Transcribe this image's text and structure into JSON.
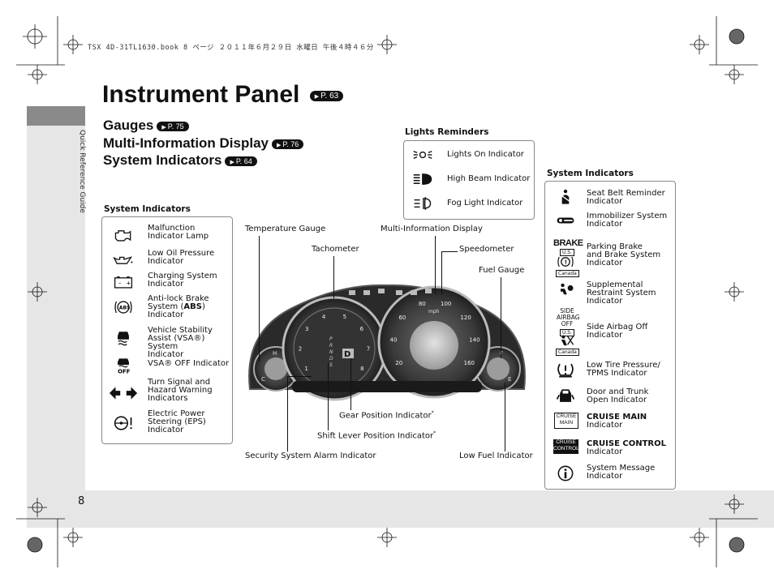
{
  "header_line": "TSX 4D-31TL1630.book  8 ページ  ２０１１年６月２９日  水曜日  午後４時４６分",
  "sidebar": {
    "text": "Quick Reference Guide"
  },
  "page_number": "8",
  "title": {
    "text": "Instrument Panel",
    "ref": "P. 63"
  },
  "subtitles": [
    {
      "text": "Gauges",
      "ref": "P. 75"
    },
    {
      "text": "Multi-Information Display",
      "ref": "P. 76"
    },
    {
      "text": "System Indicators",
      "ref": "P. 64"
    }
  ],
  "lights": {
    "label": "Lights Reminders",
    "items": [
      {
        "icon": "lights-on-icon",
        "label": "Lights On Indicator"
      },
      {
        "icon": "high-beam-icon",
        "label": "High Beam Indicator"
      },
      {
        "icon": "fog-light-icon",
        "label": "Fog Light Indicator"
      }
    ]
  },
  "left_indicators": {
    "label": "System Indicators",
    "items": [
      {
        "icon": "engine-icon",
        "label": "Malfunction\nIndicator Lamp"
      },
      {
        "icon": "oil-can-icon",
        "label": "Low Oil Pressure\nIndicator"
      },
      {
        "icon": "battery-icon",
        "label": "Charging System\nIndicator"
      },
      {
        "icon": "abs-icon",
        "label_pre": "Anti-lock Brake\nSystem (",
        "label_bold": "ABS",
        "label_post": ")\nIndicator"
      },
      {
        "icon": "vsa-icon",
        "label": "Vehicle Stability\nAssist (VSA®) System\nIndicator"
      },
      {
        "icon": "vsa-off-icon",
        "label": "VSA® OFF Indicator"
      },
      {
        "icon": "turn-signal-icon",
        "label": "Turn Signal and\nHazard Warning\nIndicators"
      },
      {
        "icon": "eps-icon",
        "label": "Electric Power\nSteering (EPS)\nIndicator"
      }
    ]
  },
  "right_indicators": {
    "label": "System Indicators",
    "items": [
      {
        "icon": "seat-belt-icon",
        "label": "Seat Belt Reminder\nIndicator"
      },
      {
        "icon": "key-icon",
        "label": "Immobilizer System\nIndicator"
      },
      {
        "icon": "brake-icon",
        "label": "Parking Brake\nand Brake System\nIndicator",
        "tags": [
          "BRAKE",
          "U.S.",
          "Canada"
        ]
      },
      {
        "icon": "airbag-icon",
        "label": "Supplemental\nRestraint System\nIndicator"
      },
      {
        "icon": "side-airbag-icon",
        "label": "Side Airbag Off\nIndicator",
        "tags": [
          "SIDE",
          "AIRBAG",
          "OFF",
          "U.S.",
          "Canada"
        ]
      },
      {
        "icon": "tpms-icon",
        "label": "Low Tire Pressure/\nTPMS Indicator"
      },
      {
        "icon": "door-open-icon",
        "label": "Door and Trunk\nOpen Indicator"
      },
      {
        "icon": "cruise-main-icon",
        "label_bold": "CRUISE MAIN",
        "label_post": "Indicator",
        "badge": "CRUISE\nMAIN"
      },
      {
        "icon": "cruise-control-icon",
        "label_bold": "CRUISE CONTROL",
        "label_post": "Indicator",
        "badge": "CRUISE\nCONTROL"
      },
      {
        "icon": "info-icon",
        "label": "System Message\nIndicator"
      }
    ]
  },
  "callouts": {
    "temperature": "Temperature Gauge",
    "multi_info": "Multi-Information Display",
    "tachometer": "Tachometer",
    "speedometer": "Speedometer",
    "fuel": "Fuel Gauge",
    "gear": "Gear Position Indicator",
    "gear_mark": "*",
    "shift": "Shift Lever Position Indicator",
    "shift_mark": "*",
    "security": "Security System Alarm Indicator",
    "low_fuel": "Low Fuel Indicator"
  },
  "gauges": {
    "tach_numbers": [
      "1",
      "2",
      "3",
      "4",
      "5",
      "6",
      "7",
      "8"
    ],
    "speed_numbers": [
      "20",
      "40",
      "60",
      "80",
      "100",
      "120",
      "140",
      "160"
    ],
    "speed_unit": "mph",
    "gear_letters": [
      "P",
      "R",
      "N",
      "D",
      "S"
    ],
    "gear_display": "D",
    "temp_marks": [
      "H",
      "C"
    ],
    "fuel_marks": [
      "F",
      "E"
    ]
  }
}
